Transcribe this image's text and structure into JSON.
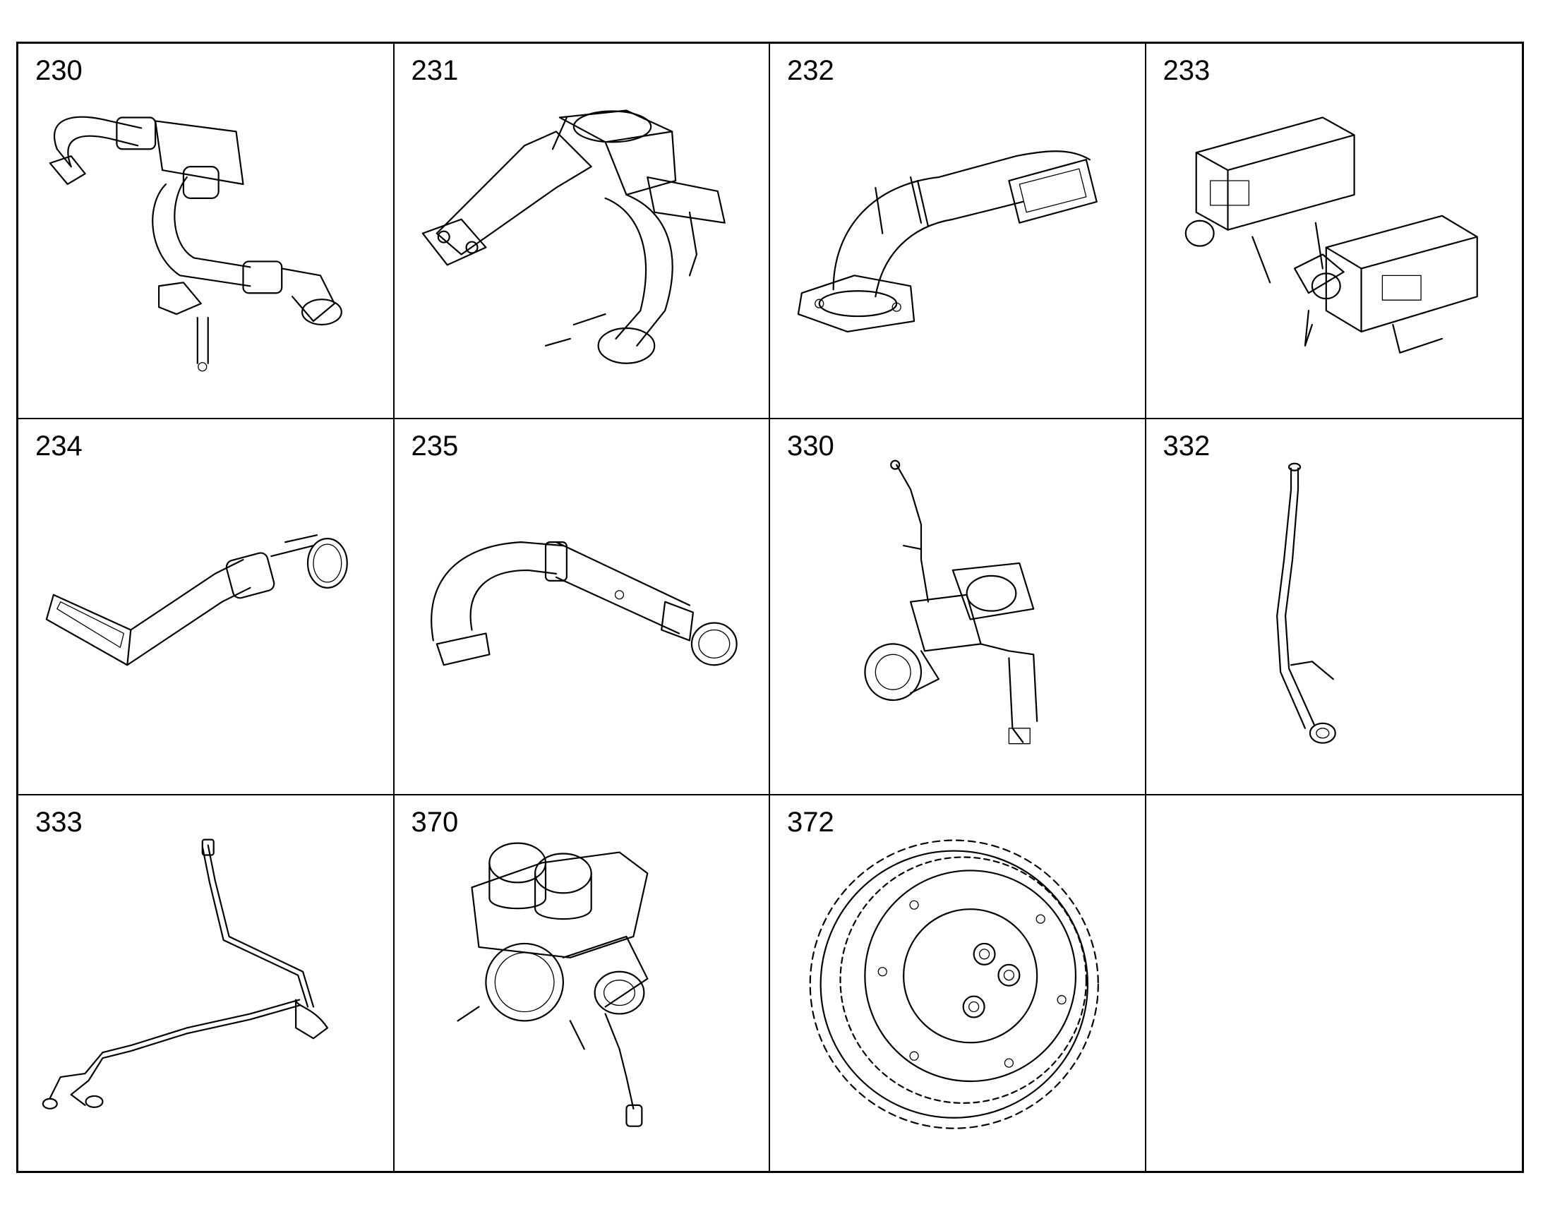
{
  "parts": [
    {
      "number": "230",
      "icon": "charge-air-hose-assembly-icon"
    },
    {
      "number": "231",
      "icon": "intake-manifold-bracket-icon"
    },
    {
      "number": "232",
      "icon": "air-intake-elbow-icon"
    },
    {
      "number": "233",
      "icon": "auxiliary-heater-units-icon"
    },
    {
      "number": "234",
      "icon": "intake-duct-icon"
    },
    {
      "number": "235",
      "icon": "air-pipe-with-clamps-icon"
    },
    {
      "number": "330",
      "icon": "air-compressor-icon"
    },
    {
      "number": "332",
      "icon": "coolant-pipe-icon"
    },
    {
      "number": "333",
      "icon": "fuel-line-assembly-icon"
    },
    {
      "number": "370",
      "icon": "pump-assembly-icon"
    },
    {
      "number": "372",
      "icon": "gear-wheel-icon"
    },
    {
      "number": "",
      "icon": ""
    }
  ]
}
